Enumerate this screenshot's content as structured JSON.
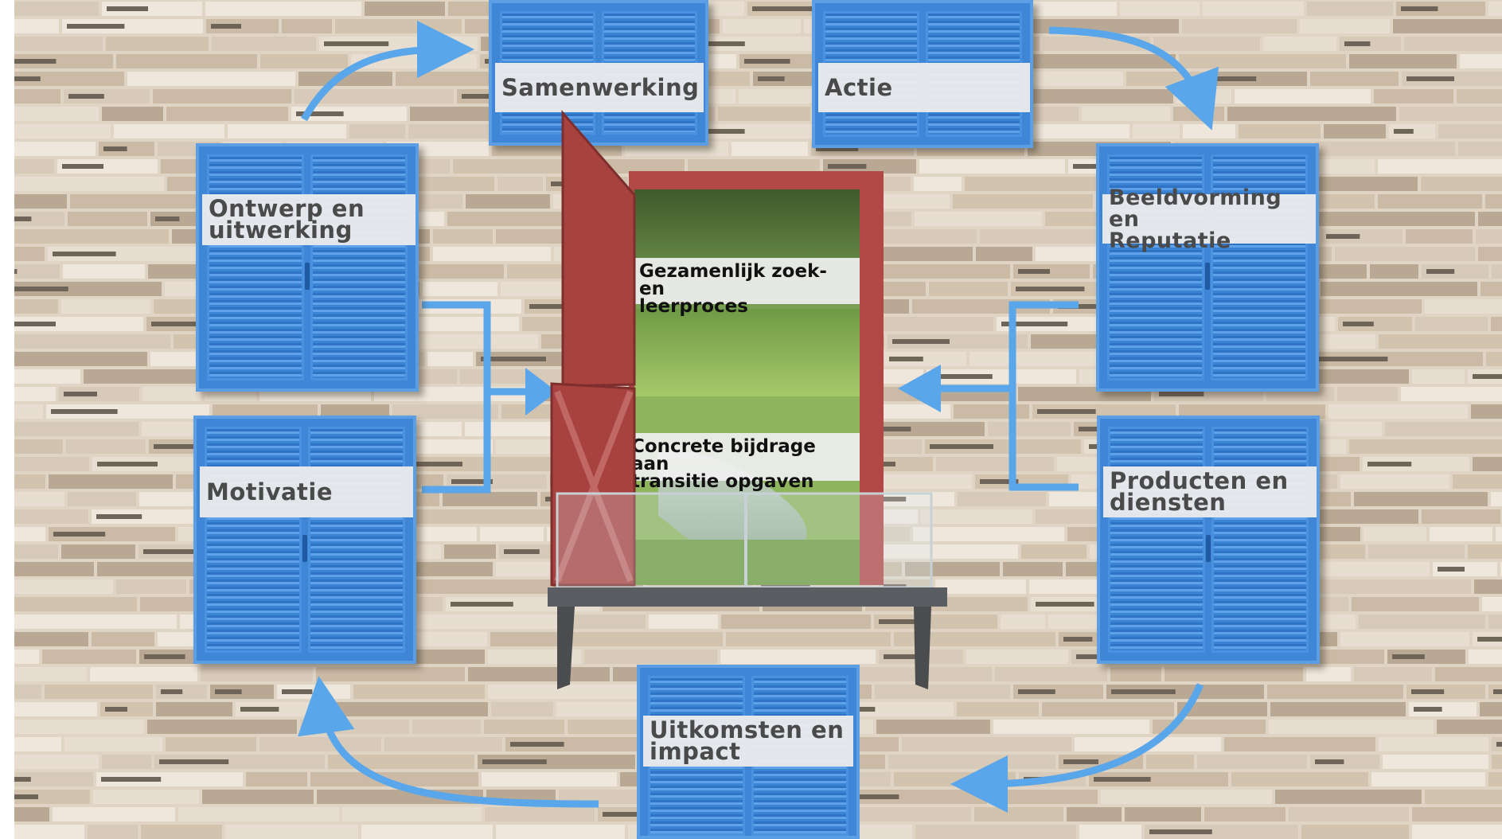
{
  "diagram": {
    "shutters": {
      "samenwerking": "Samenwerking",
      "actie": "Actie",
      "ontwerp": [
        "Ontwerp en",
        "uitwerking"
      ],
      "beeldvorming": [
        "Beeldvorming en",
        "Reputatie"
      ],
      "motivatie": "Motivatie",
      "producten": [
        "Producten en",
        "diensten"
      ],
      "uitkomsten": [
        "Uitkomsten en",
        "impact"
      ]
    },
    "window": {
      "top_label": [
        "Gezamenlijk zoek- en",
        "leerproces"
      ],
      "bottom_label": [
        "Concrete bijdrage aan",
        "transitie opgaven"
      ]
    }
  },
  "colors": {
    "wall": "#e0d4c4",
    "shutter_blue": "#3f86d6",
    "arrow_blue": "#5aa6ea",
    "window_red": "#b24846",
    "label_bg": "#ececec"
  }
}
